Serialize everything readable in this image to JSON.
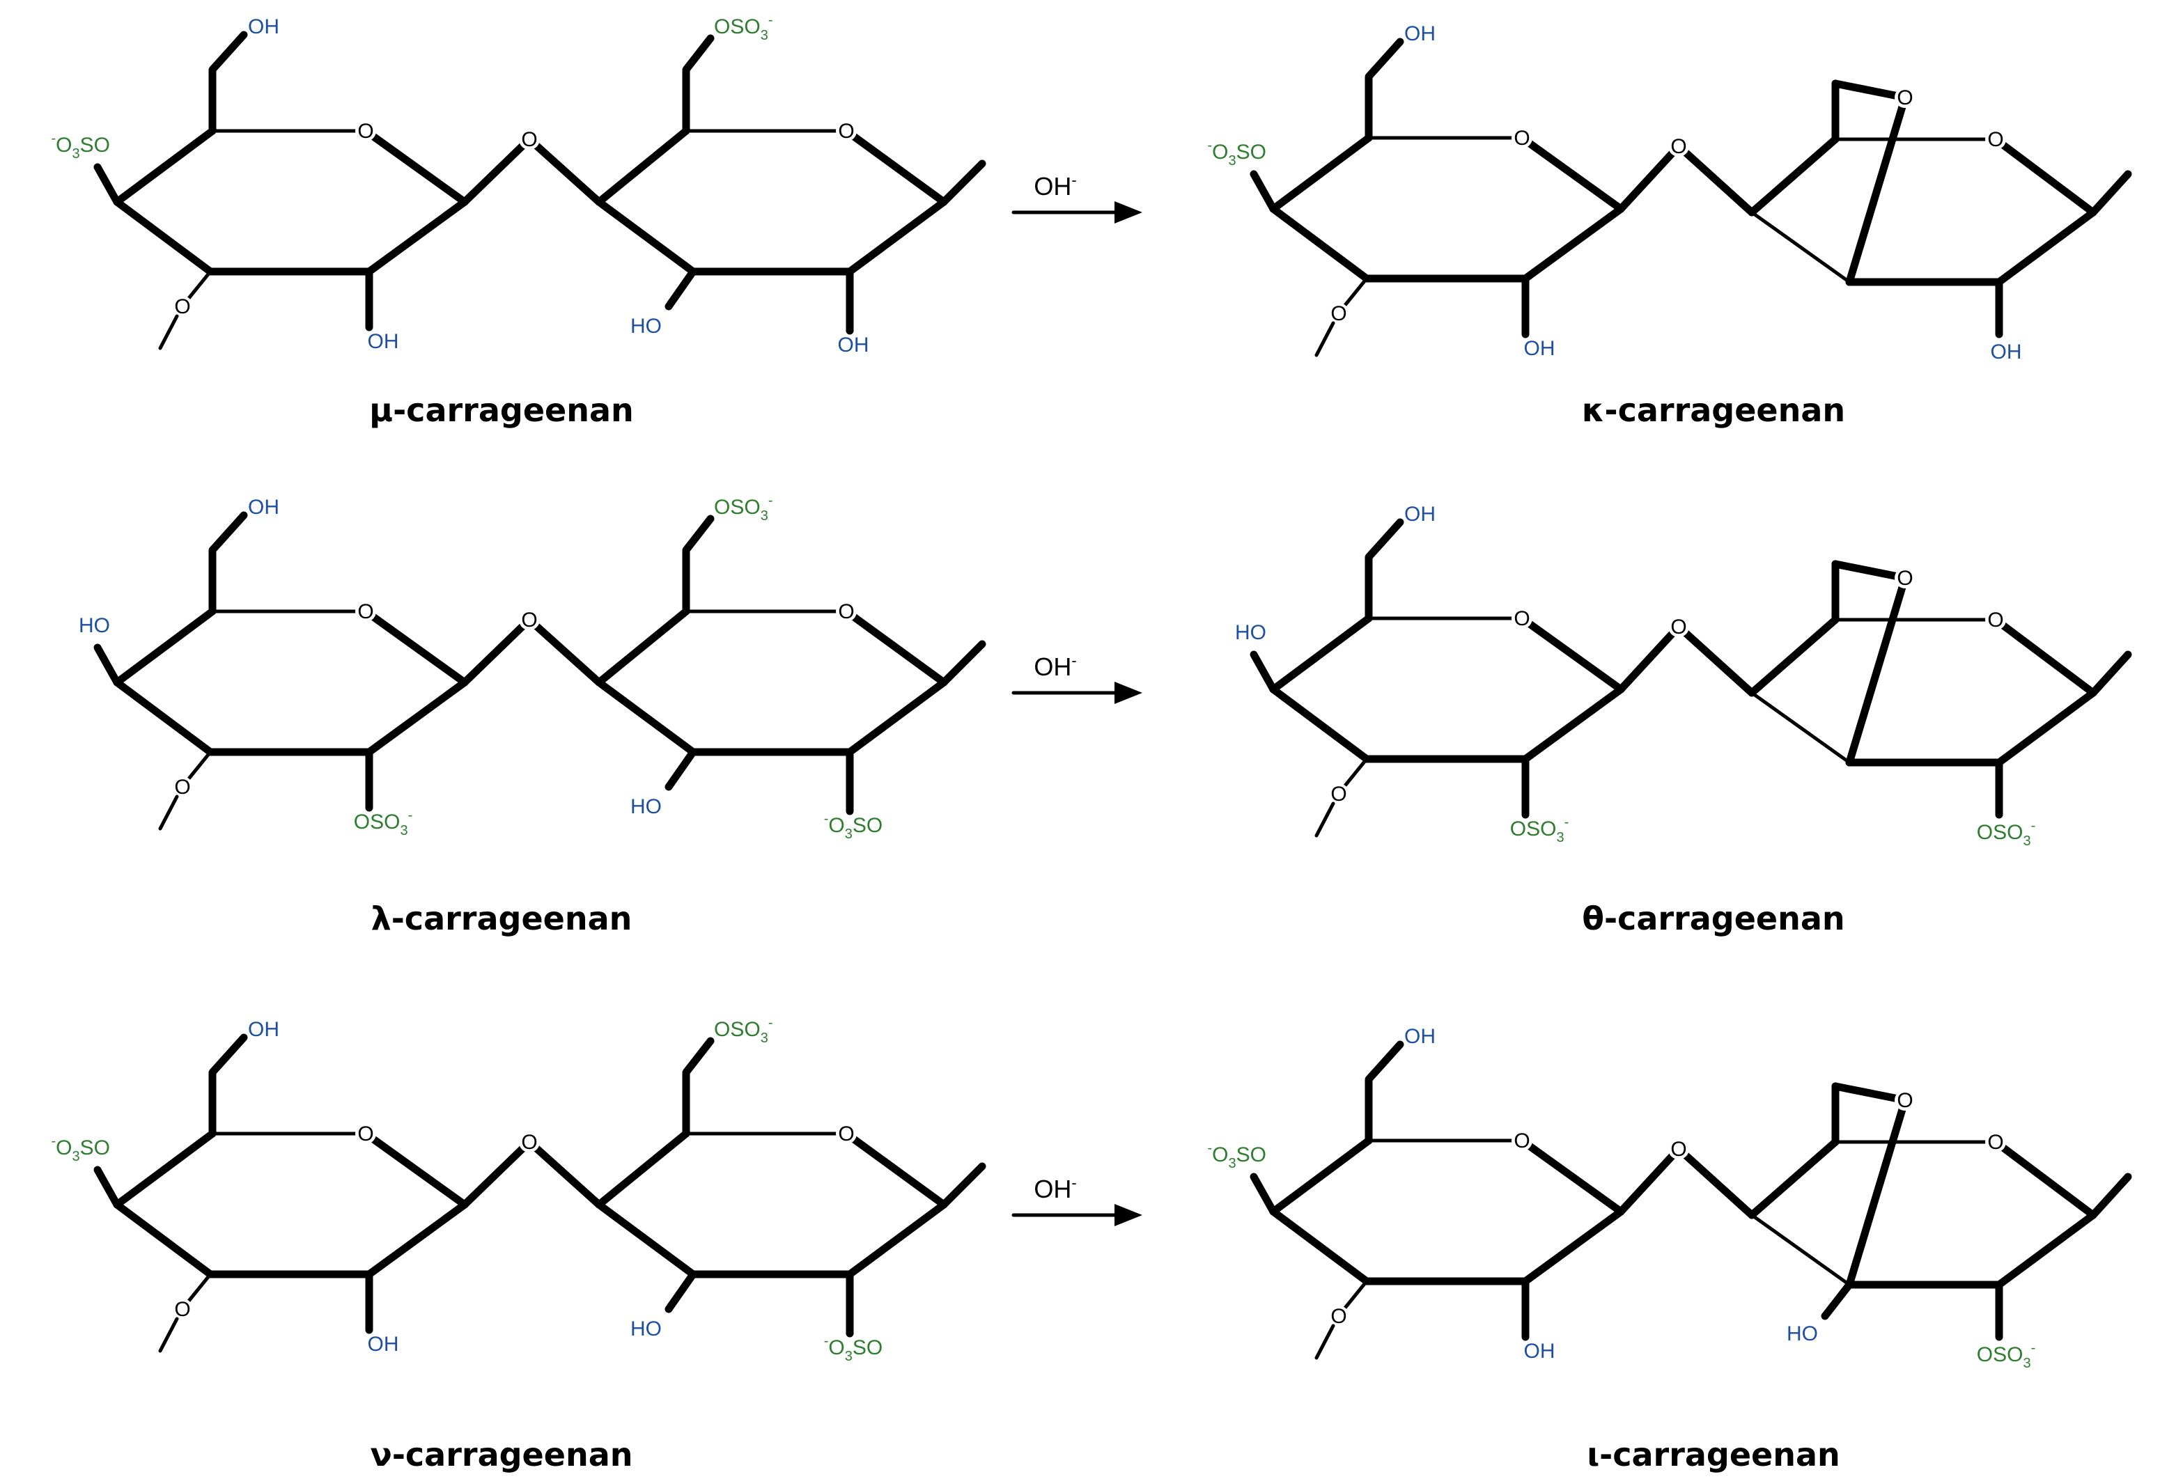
{
  "colors": {
    "hydroxyl": "#1f4fa0",
    "sulfate": "#2f7d2f",
    "bond": "#000000"
  },
  "ring_atom": "O",
  "reactions": [
    {
      "reagent": "OH-",
      "reactant": {
        "name": "μ-carrageenan",
        "groups": {
          "a_c6": "OH",
          "a_c4": "-O3SO",
          "a_c2": "OH",
          "b_c6": "OSO3-",
          "b_c3": "HO",
          "b_c2": "OH"
        }
      },
      "product": {
        "name": "κ-carrageenan",
        "groups": {
          "a_c6": "OH",
          "a_c4": "-O3SO",
          "a_c2": "OH",
          "b_c2": "OH"
        }
      }
    },
    {
      "reagent": "OH-",
      "reactant": {
        "name": "λ-carrageenan",
        "groups": {
          "a_c6": "OH",
          "a_c4": "HO",
          "a_c2": "OSO3-",
          "b_c6": "OSO3-",
          "b_c3": "HO",
          "b_c2": "-O3SO"
        }
      },
      "product": {
        "name": "θ-carrageenan",
        "groups": {
          "a_c6": "OH",
          "a_c4": "HO",
          "a_c2": "OSO3-",
          "b_c2": "OSO3-"
        }
      }
    },
    {
      "reagent": "OH-",
      "reactant": {
        "name": "ν-carrageenan",
        "groups": {
          "a_c6": "OH",
          "a_c4": "-O3SO",
          "a_c2": "OH",
          "b_c6": "OSO3-",
          "b_c3": "HO",
          "b_c2": "-O3SO"
        }
      },
      "product": {
        "name": "ι-carrageenan",
        "groups": {
          "a_c6": "OH",
          "a_c4": "-O3SO",
          "a_c2": "OH",
          "b_c3": "HO",
          "b_c2": "OSO3-"
        }
      }
    }
  ]
}
